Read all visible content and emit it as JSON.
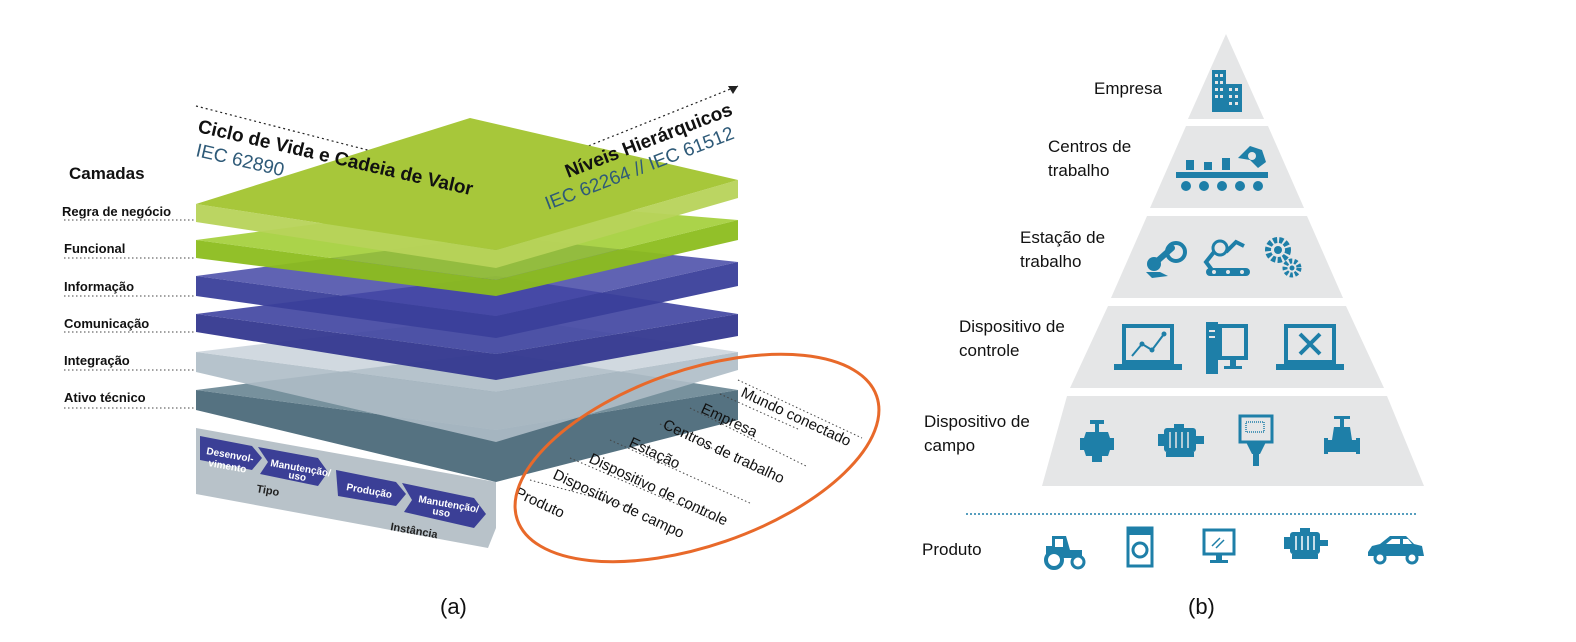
{
  "rami": {
    "axis_lifecycle_title": "Ciclo de Vida e Cadeia de Valor",
    "axis_lifecycle_std": "IEC 62890",
    "axis_hierarchy_title": "Níveis Hierárquicos",
    "axis_hierarchy_std": "IEC 62264 // IEC 61512",
    "layers_header": "Camadas",
    "layers": [
      {
        "label": "Regra de negócio",
        "color": "#a7c73a"
      },
      {
        "label": "Funcional",
        "color": "#8cbd1d"
      },
      {
        "label": "Informação",
        "color": "#3a3f9a"
      },
      {
        "label": "Comunicação",
        "color": "#34388f"
      },
      {
        "label": "Integração",
        "color": "#aebcc7"
      },
      {
        "label": "Ativo técnico",
        "color": "#4c6a7a"
      }
    ],
    "hierarchy_levels": [
      "Mundo conectado",
      "Empresa",
      "Centros de trabalho",
      "Estação",
      "Dispositivo de controle",
      "Dispositivo de campo",
      "Produto"
    ],
    "lifecycle": {
      "type_steps": [
        "Desenvol-",
        "vimento",
        "Manutenção/",
        "uso"
      ],
      "type_label": "Tipo",
      "instance_steps": [
        "Produção",
        "Manutenção/",
        "uso"
      ],
      "instance_label": "Instância"
    },
    "highlight_color": "#e8692a",
    "caption": "(a)"
  },
  "pyramid": {
    "icon_color": "#1e7fa8",
    "levels": [
      {
        "label_lines": [
          "Empresa"
        ],
        "icons": [
          "building-icon"
        ]
      },
      {
        "label_lines": [
          "Centros de",
          "trabalho"
        ],
        "icons": [
          "conveyor-robot-icon"
        ]
      },
      {
        "label_lines": [
          "Estação de",
          "trabalho"
        ],
        "icons": [
          "robot-arm-icon",
          "assembly-robot-icon",
          "gears-icon"
        ]
      },
      {
        "label_lines": [
          "Dispositivo de",
          "controle"
        ],
        "icons": [
          "laptop-chart-icon",
          "desktop-computer-icon",
          "laptop-tools-icon"
        ]
      },
      {
        "label_lines": [
          "Dispositivo de",
          "campo"
        ],
        "icons": [
          "valve-icon",
          "motor-icon",
          "control-panel-icon",
          "pipe-valve-icon"
        ]
      }
    ],
    "product_label": "Produto",
    "product_icons": [
      "tractor-icon",
      "washing-machine-icon",
      "monitor-icon",
      "motor-icon",
      "car-icon"
    ],
    "caption": "(b)"
  }
}
